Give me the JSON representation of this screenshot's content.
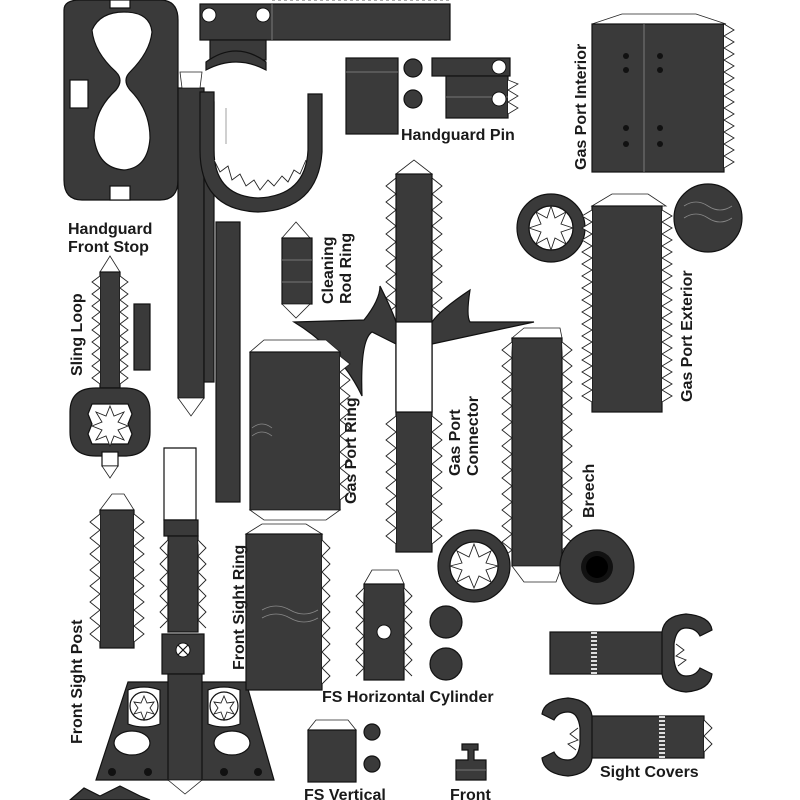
{
  "labels": {
    "handguard_front_stop_1": "Handguard",
    "handguard_front_stop_2": "Front Stop",
    "handguard_pin": "Handguard Pin",
    "gas_port_interior": "Gas Port Interior",
    "cleaning_rod_ring_1": "Cleaning",
    "cleaning_rod_ring_2": "Rod Ring",
    "sling_loop": "Sling Loop",
    "gas_port_exterior": "Gas Port Exterior",
    "gas_port_ring": "Gas Port Ring",
    "gas_port_connector_1": "Gas Port",
    "gas_port_connector_2": "Connector",
    "breech": "Breech",
    "front_sight_ring": "Front Sight Ring",
    "front_sight_post": "Front Sight Post",
    "fs_horizontal_cylinder": "FS Horizontal Cylinder",
    "sight_covers": "Sight Covers",
    "fs_vertical": "FS Vertical",
    "front": "Front"
  },
  "colors": {
    "part_fill": "#3a3a3a",
    "outline": "#111111",
    "paper": "#ffffff"
  }
}
